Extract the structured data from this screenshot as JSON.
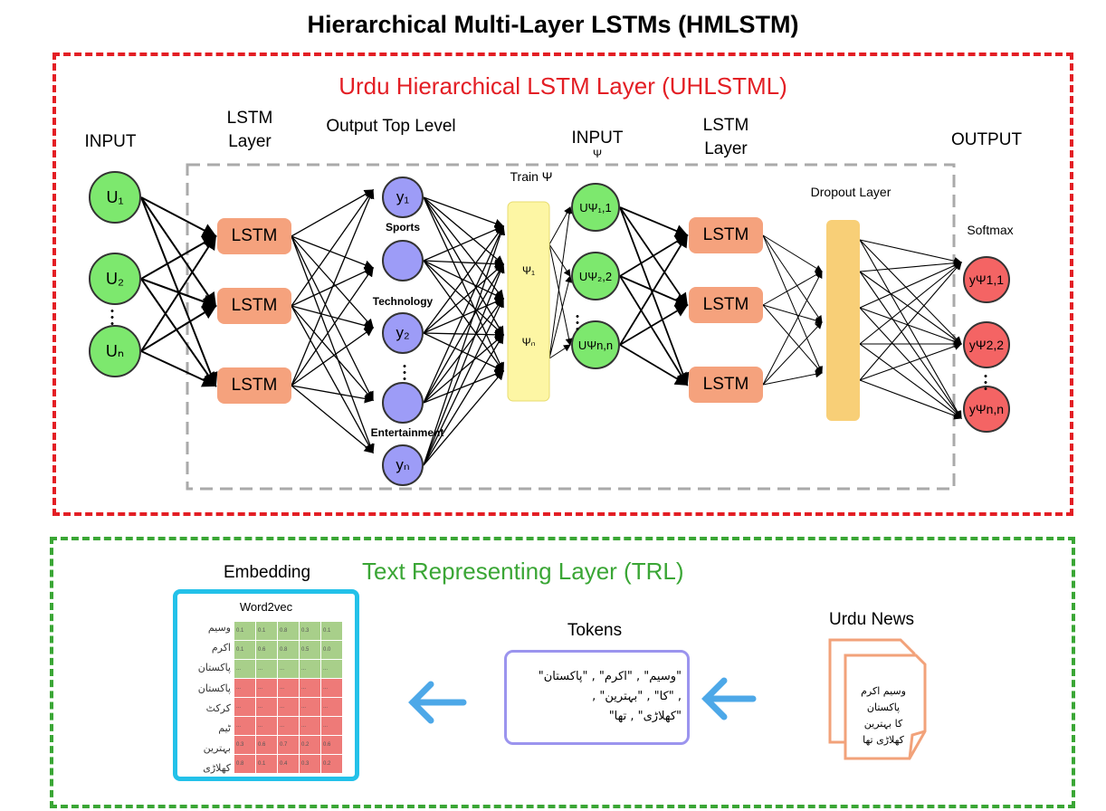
{
  "title": "Hierarchical Multi-Layer LSTMs (HMLSTM)",
  "uhlstml": {
    "title": "Urdu Hierarchical LSTM Layer (UHLSTML)",
    "input_label": "INPUT",
    "lstm_layer_label_1": "LSTM",
    "lstm_layer_label_2": "Layer",
    "output_top_label": "Output Top Level",
    "train_label": "Train Ψ",
    "input2_label_1": "INPUT",
    "input2_label_2": "Ψ",
    "lstm2_label_1": "LSTM",
    "lstm2_label_2": "Layer",
    "dropout_label": "Dropout Layer",
    "output_label": "OUTPUT",
    "softmax_label": "Softmax",
    "u_nodes": [
      "U₁",
      "U₂",
      "Uₙ"
    ],
    "lstm_nodes": [
      "LSTM",
      "LSTM",
      "LSTM"
    ],
    "y_nodes": [
      "y₁",
      "y₂",
      "yₙ"
    ],
    "categories": [
      "Sports",
      "Technology",
      "Entertainment"
    ],
    "psi_labels": [
      "Ψ₁",
      "Ψₙ"
    ],
    "upsi_nodes": [
      "UΨ₁,1",
      "UΨ₂,2",
      "UΨn,n"
    ],
    "lstm2_nodes": [
      "LSTM",
      "LSTM",
      "LSTM"
    ],
    "ypsi_nodes": [
      "yΨ1,1",
      "yΨ2,2",
      "yΨn,n"
    ]
  },
  "trl": {
    "title": "Text Representing Layer (TRL)",
    "embedding_label": "Embedding",
    "word2vec_label": "Word2vec",
    "tokens_label": "Tokens",
    "urdu_news_label": "Urdu News",
    "row_labels": [
      "وسیم",
      "اکرم",
      "پاکستان",
      "پاکستان",
      "کرکٹ",
      "ٹیم",
      "بہترین",
      "کھلاڑی"
    ],
    "row_values": [
      [
        "0.1",
        "0.1",
        "0.8",
        "0.3",
        "0.1"
      ],
      [
        "0.1",
        "0.6",
        "0.8",
        "0.5",
        "0.0"
      ],
      [
        "...",
        "...",
        "...",
        "...",
        "..."
      ],
      [
        "...",
        "...",
        "...",
        "...",
        "..."
      ],
      [
        "...",
        "...",
        "...",
        "...",
        "..."
      ],
      [
        "...",
        "...",
        "...",
        "...",
        "..."
      ],
      [
        "0.3",
        "0.6",
        "0.7",
        "0.2",
        "0.6"
      ],
      [
        "0.8",
        "0.1",
        "0.4",
        "0.3",
        "0.2"
      ]
    ],
    "tokens_text": [
      "\"وسیم\" , \"اکرم\" , \"پاکستان\"",
      ", \"کا\" , \"بہترین\" ,",
      "\"کھلاڑی\" , تھا\""
    ],
    "news_text": [
      "وسیم اکرم پاکستان",
      "کا بہترین",
      "کھلاڑی تھا"
    ]
  },
  "colors": {
    "red": "#e31e24",
    "green": "#3aa635",
    "node_green": "#7de86e",
    "node_purple": "#9d9cf7",
    "node_red": "#f46464",
    "lstm": "#f5a27d",
    "yellow": "#fdf6a4",
    "dropout": "#f8cf77",
    "cyan": "#23c1e9"
  }
}
